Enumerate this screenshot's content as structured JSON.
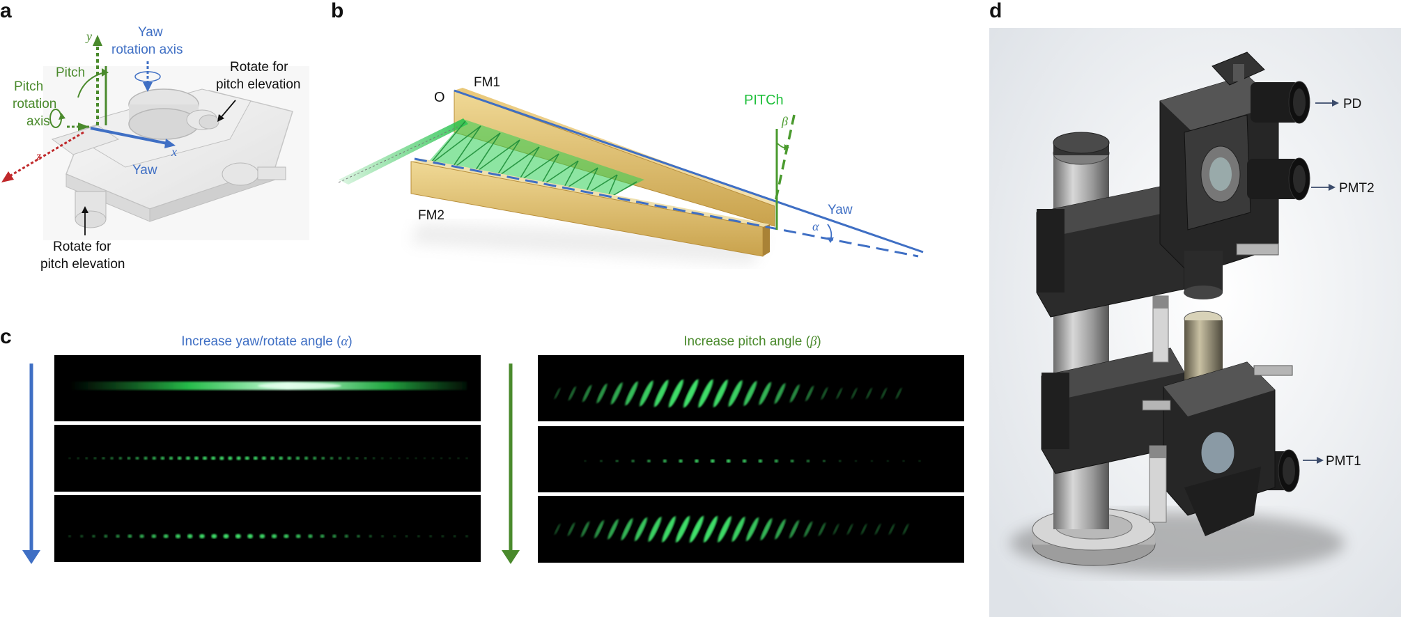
{
  "panels": {
    "a": "a",
    "b": "b",
    "c": "c",
    "d": "d"
  },
  "panel_a": {
    "y_axis": "y",
    "x_axis": "x",
    "z_axis": "z",
    "yaw_rotation_axis_line1": "Yaw",
    "yaw_rotation_axis_line2": "rotation axis",
    "pitch": "Pitch",
    "pitch_rotation_axis_line1": "Pitch",
    "pitch_rotation_axis_line2": "rotation",
    "pitch_rotation_axis_line3": "axis",
    "yaw": "Yaw",
    "rotate_top_line1": "Rotate for",
    "rotate_top_line2": "pitch elevation",
    "rotate_bottom_line1": "Rotate for",
    "rotate_bottom_line2": "pitch elevation"
  },
  "panel_b": {
    "origin": "O",
    "fm1": "FM1",
    "fm2": "FM2",
    "pitch_label": "PITCh",
    "beta": "β",
    "yaw": "Yaw",
    "alpha": "α"
  },
  "panel_c": {
    "left_title_prefix": "Increase yaw/rotate angle (",
    "left_title_symbol": "α",
    "left_title_suffix": ")",
    "right_title_prefix": "Increase pitch angle (",
    "right_title_symbol": "β",
    "right_title_suffix": ")"
  },
  "panel_d": {
    "pd": "PD",
    "pmt2": "PMT2",
    "pmt1": "PMT1"
  },
  "colors": {
    "blue": "#3f6fc4",
    "green": "#4a8a2c",
    "bright_green": "#22c04a",
    "red": "#c0282a",
    "gold": "#d9b564"
  }
}
